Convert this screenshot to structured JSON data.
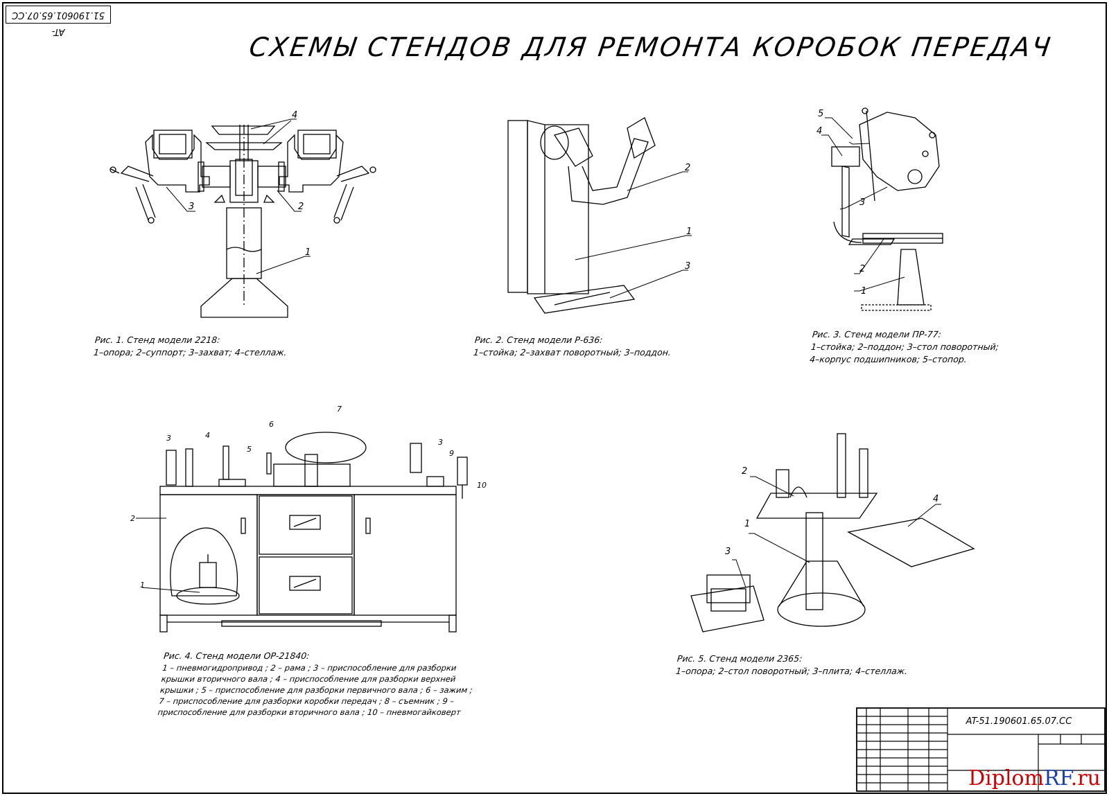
{
  "title": "СХЕМЫ СТЕНДОВ ДЛЯ РЕМОНТА КОРОБОК ПЕРЕДАЧ",
  "stamp_code": "AT-51.190601.65.07.CC",
  "figures": [
    {
      "caption": "Рис. 1. Стенд модели 2218:",
      "legend": [
        "1–опора; 2–суппорт; 3–захват; 4–стеллаж."
      ],
      "callouts": [
        "1",
        "2",
        "3",
        "4"
      ]
    },
    {
      "caption": "Рис. 2. Стенд модели Р-636:",
      "legend": [
        "1–стойка; 2–захват поворотный; 3–поддон."
      ],
      "callouts": [
        "1",
        "2",
        "3"
      ]
    },
    {
      "caption": "Рис. 3. Стенд модели ПР-77:",
      "legend": [
        "1–стойка; 2–поддон; 3–стол поворотный;",
        "4–корпус подшипников; 5–стопор."
      ],
      "callouts": [
        "1",
        "2",
        "3",
        "4",
        "5"
      ]
    },
    {
      "caption": "Рис. 4. Стенд модели ОР-21840:",
      "legend": [
        "1 – пневмогидропривод ; 2 – рама ; 3 – приспособление для разборки",
        "крышки вторичного вала ; 4 – приспособление для разборки верхней",
        "крышки ; 5 – приспособление для разборки первичного вала ; 6 – зажим ;",
        "7 – приспособление для разборки коробки передач ; 8 – съемник ; 9 –",
        "приспособление для разборки вторичного вала ; 10 – пневмогайковерт"
      ],
      "callouts": [
        "1",
        "2",
        "3",
        "4",
        "5",
        "6",
        "7",
        "3",
        "9",
        "10"
      ]
    },
    {
      "caption": "Рис. 5. Стенд модели 2365:",
      "legend": [
        "1–опора; 2–стол поворотный; 3–плита; 4–стеллаж."
      ],
      "callouts": [
        "1",
        "2",
        "3",
        "4"
      ]
    }
  ],
  "title_block": {
    "code": "AT-51.190601.65.07.CC"
  },
  "watermark": {
    "part1": "Diplom",
    "part2": "RF",
    "part3": ".ru"
  }
}
